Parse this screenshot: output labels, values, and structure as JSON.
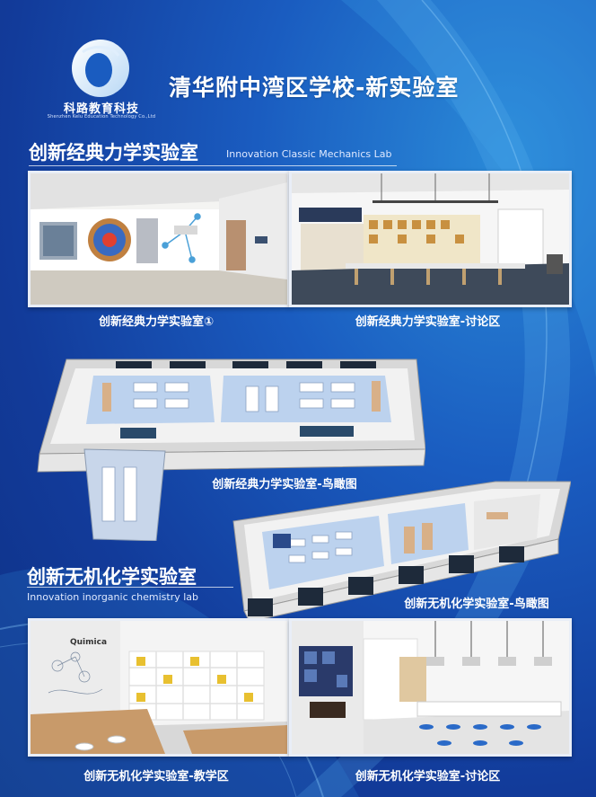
{
  "brand": {
    "name_cn": "科路教育科技",
    "name_en": "Shenzhen Kelu Education Technology Co.,Ltd",
    "logo_icon": "ring-logo-icon"
  },
  "title": "清华附中湾区学校-新实验室",
  "section_mechanics": {
    "title": "创新经典力学实验室",
    "subtitle_en": "Innovation Classic Mechanics Lab",
    "captions": {
      "photo1": "创新经典力学实验室①",
      "photo2": "创新经典力学实验室-讨论区",
      "aerial": "创新经典力学实验室-鸟瞰图"
    }
  },
  "section_chemistry": {
    "title": "创新无机化学实验室",
    "subtitle_en": "Innovation inorganic chemistry lab",
    "captions": {
      "aerial": "创新无机化学实验室-鸟瞰图",
      "teaching": "创新无机化学实验室-教学区",
      "discussion": "创新无机化学实验室-讨论区"
    },
    "wall_sign": "Quimica"
  },
  "colors": {
    "background": "#1543a8",
    "accent": "#2a8ad8",
    "floor_blue": "#aac4e8",
    "wall_white": "#ffffff"
  }
}
